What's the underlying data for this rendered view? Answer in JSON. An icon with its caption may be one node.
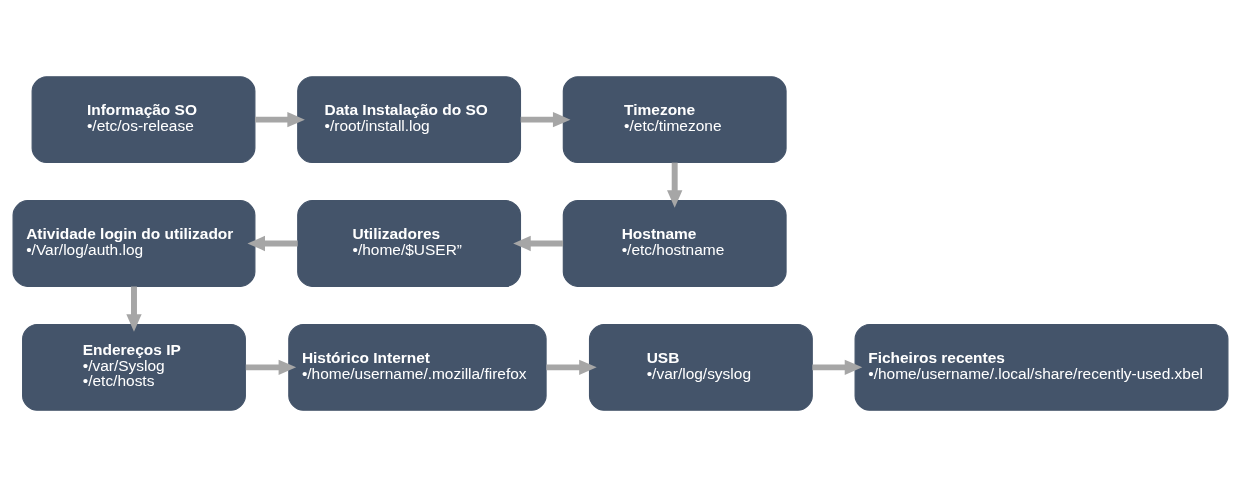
{
  "diagram": {
    "nodes": [
      {
        "text": [
          "Informação SO",
          "•/etc/os-release"
        ]
      },
      {
        "text": [
          "Data Instalação do SO",
          "•/root/install.log"
        ]
      },
      {
        "text": [
          "Timezone",
          "•/etc/timezone"
        ]
      },
      {
        "text": [
          "Hostname",
          "•/etc/hostname"
        ]
      },
      {
        "text": [
          "Utilizadores",
          "•/home/$USER”"
        ]
      },
      {
        "text": [
          "Atividade login do utilizador",
          "•/Var/log/auth.log"
        ]
      },
      {
        "text": [
          "Endereços IP",
          "•/var/Syslog",
          "•/etc/hosts"
        ]
      },
      {
        "text": [
          "Histórico Internet",
          "•/home/username/.mozilla/firefox"
        ]
      },
      {
        "text": [
          "USB",
          "•/var/log/syslog"
        ]
      },
      {
        "text": [
          "Ficheiros recentes",
          "•/home/username/.local/share/recently-used.xbel"
        ]
      }
    ],
    "edges": [
      {
        "from": 0,
        "to": 1,
        "arrow": "to"
      },
      {
        "from": 1,
        "to": 2,
        "arrow": "to"
      },
      {
        "from": 2,
        "to": 3,
        "arrow": "to"
      },
      {
        "from": 3,
        "to": 4,
        "arrow": "to"
      },
      {
        "from": 4,
        "to": 5,
        "arrow": "to"
      },
      {
        "from": 5,
        "to": 6,
        "arrow": "to"
      },
      {
        "from": 6,
        "to": 7,
        "arrow": "to"
      },
      {
        "from": 7,
        "to": 8,
        "arrow": "to"
      },
      {
        "from": 8,
        "to": 9,
        "arrow": "to"
      }
    ]
  }
}
